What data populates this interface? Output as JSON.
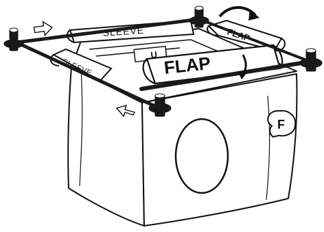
{
  "diagram": {
    "labels": {
      "sleeve_top": "SLEEVE",
      "sleeve_left": "SLEEVE",
      "flap_top": "FLAP",
      "flap_front": "FLAP",
      "partial_tag": "U"
    },
    "callout": "F",
    "colors": {
      "line": "#111111",
      "fill": "#ffffff",
      "rod": "#1a1a1a"
    }
  }
}
